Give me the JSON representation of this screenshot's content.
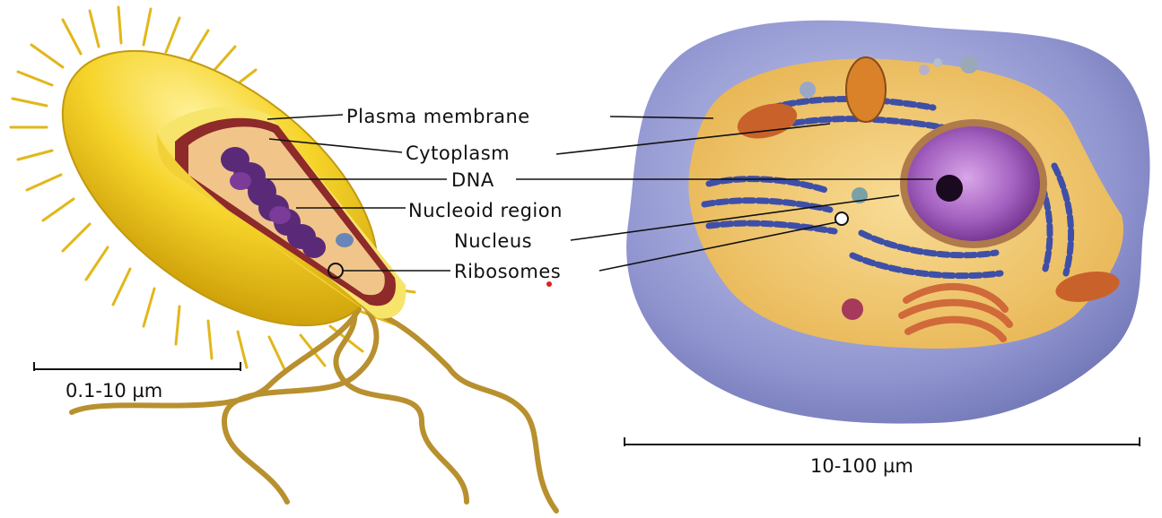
{
  "labels": {
    "plasma_membrane": "Plasma membrane",
    "cytoplasm": "Cytoplasm",
    "dna": "DNA",
    "nucleoid_region": "Nucleoid region",
    "nucleus": "Nucleus",
    "ribosomes": "Ribosomes"
  },
  "scales": {
    "prokaryote": "0.1-10 µm",
    "eukaryote": "10-100 µm"
  },
  "colors": {
    "bacterium_body": "#f2c81a",
    "membrane_red": "#8e2a2a",
    "cytoplasm_tan": "#f1c58a",
    "dna_purple": "#5a2a78",
    "flagellum": "#b58a2c",
    "euk_outer": "#8b8fc9",
    "euk_cytoplasm": "#f2c66a",
    "nucleus_violet": "#a45fbf",
    "er_blue": "#3e4fa8",
    "marker_red": "#e02020"
  }
}
